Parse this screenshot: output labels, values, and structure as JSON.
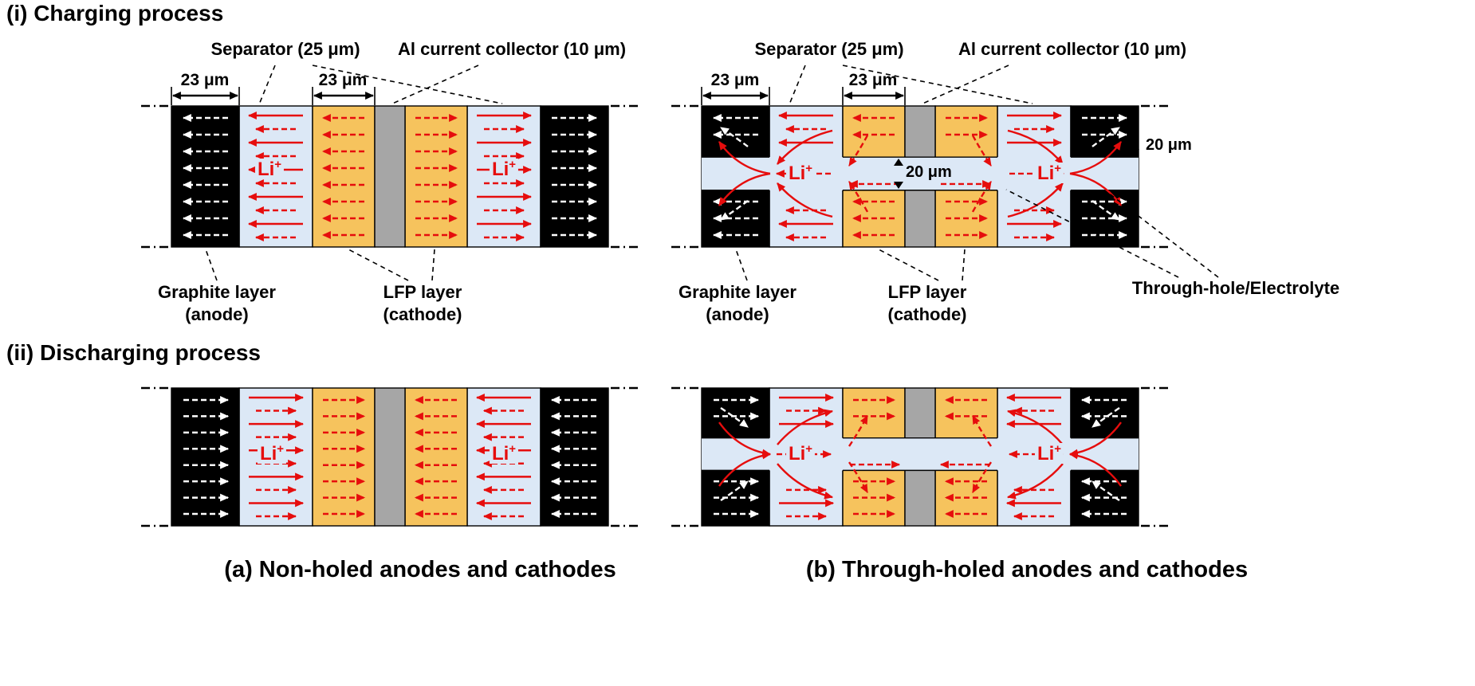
{
  "titles": {
    "charging": "(i) Charging process",
    "discharging": "(ii) Discharging process"
  },
  "captions": {
    "a": "(a) Non-holed anodes and cathodes",
    "b": "(b) Through-holed anodes and cathodes"
  },
  "labels": {
    "separator": "Separator (25 μm)",
    "al_collector": "Al current collector (10 μm)",
    "graphite_1": "Graphite layer",
    "graphite_2": "(anode)",
    "lfp_1": "LFP layer",
    "lfp_2": "(cathode)",
    "through_hole": "Through-hole/Electrolyte",
    "li": "Li",
    "li_sup": "+",
    "dim_electrode": "23 μm",
    "dim_hole": "20 μm"
  },
  "colors": {
    "anode": "#000000",
    "separator": "#dce8f6",
    "lfp": "#f6c35d",
    "collector": "#a6a6a6",
    "li_arrow": "#e60d0d",
    "anode_arrow": "#ffffff",
    "background": "#ffffff"
  }
}
